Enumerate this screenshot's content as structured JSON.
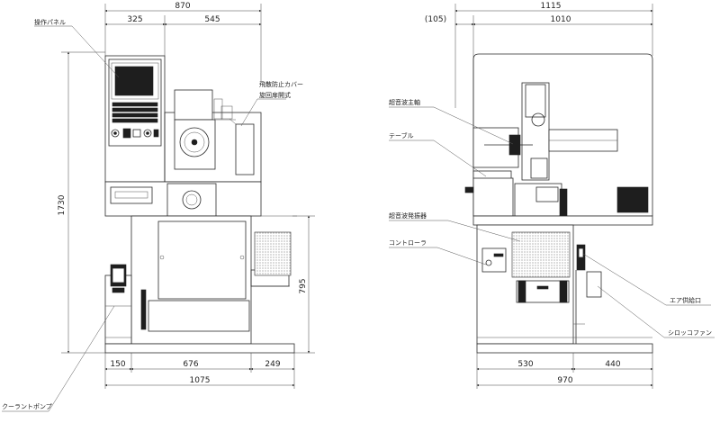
{
  "dimensions": {
    "front_top_total": "870",
    "front_top_left": "325",
    "front_top_right": "545",
    "front_height": "1730",
    "front_lower_height": "795",
    "front_bottom_left": "150",
    "front_bottom_mid": "676",
    "front_bottom_right": "249",
    "front_bottom_total": "1075",
    "side_top_total": "1115",
    "side_top_offset": "(105)",
    "side_top_main": "1010",
    "side_bottom_left": "530",
    "side_bottom_right": "440",
    "side_bottom_total": "970"
  },
  "labels": {
    "operation_panel": "操作パネル",
    "splash_cover": "飛散防止カバー",
    "rotary_door": "旋回扉開式",
    "coolant_pump": "クーラントポンプ",
    "ultrasonic_spindle": "超音波主軸",
    "table": "テーブル",
    "ultrasonic_oscillator": "超音波発振器",
    "controller": "コントローラ",
    "air_supply": "エア供給口",
    "sirocco_fan": "シロッコファン"
  }
}
